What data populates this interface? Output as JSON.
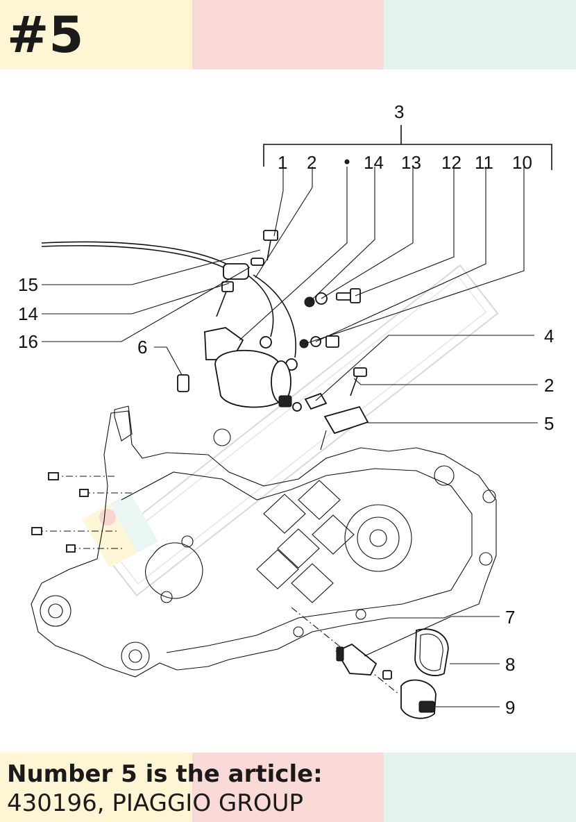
{
  "badge": {
    "text": "#5"
  },
  "band_colors": {
    "first": "#fdf5d3",
    "second": "#fadad7",
    "third": "#e3f3ec"
  },
  "caption": {
    "title": "Number 5 is the article:",
    "detail": "430196, PIAGGIO GROUP"
  },
  "diagram": {
    "watermark_icon": "watermark-logo",
    "callouts": {
      "c3": "3",
      "c1": "1",
      "c2_top": "2",
      "c14_top": "14",
      "c13": "13",
      "c12": "12",
      "c11": "11",
      "c10": "10",
      "c15": "15",
      "c14_left": "14",
      "c16": "16",
      "c6": "6",
      "c4": "4",
      "c2_right": "2",
      "c5": "5",
      "c7": "7",
      "c8": "8",
      "c9": "9"
    }
  }
}
